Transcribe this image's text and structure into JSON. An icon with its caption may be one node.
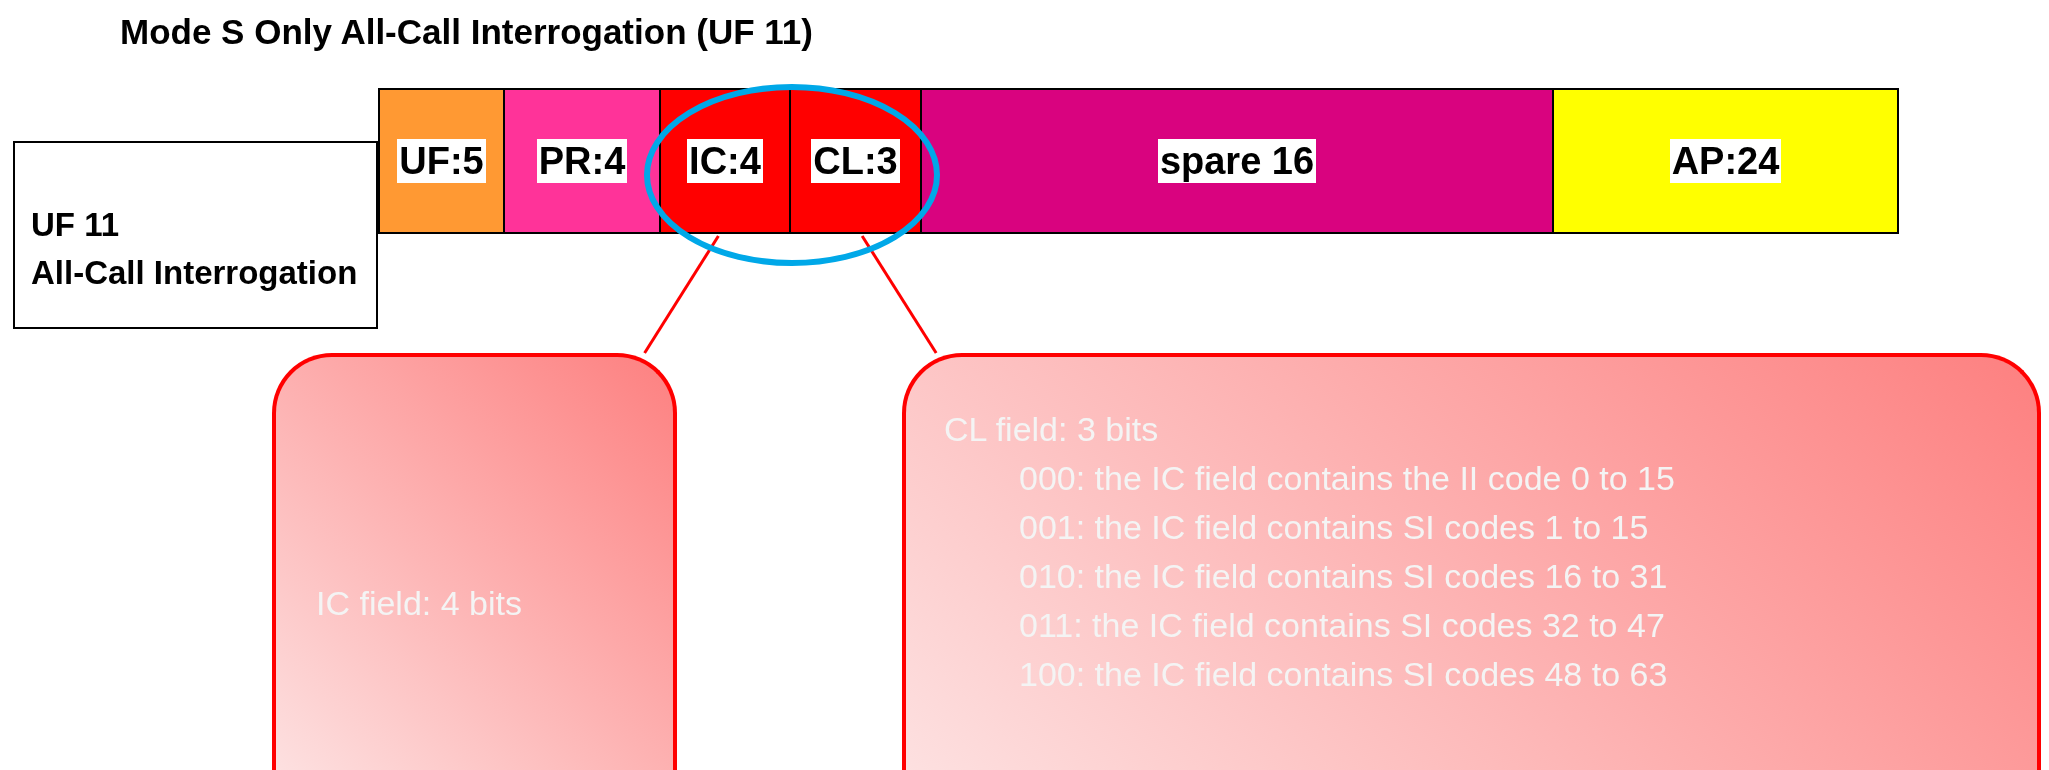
{
  "diagram": {
    "title": "Mode S Only All-Call Interrogation (UF 11)",
    "nodes": [
      {
        "text": [
          "UF 11",
          "All-Call Interrogation"
        ]
      },
      {
        "text": [
          "UF:5"
        ]
      },
      {
        "text": [
          "PR:4"
        ]
      },
      {
        "text": [
          "IC:4"
        ]
      },
      {
        "text": [
          "CL:3"
        ]
      },
      {
        "text": [
          "spare 16"
        ]
      },
      {
        "text": [
          "AP:24"
        ]
      },
      {
        "text": [
          "IC field: 4 bits"
        ]
      },
      {
        "text": [
          "CL field: 3 bits",
          "000: the IC field contains the II code 0 to 15",
          "001: the IC field contains SI codes 1 to 15",
          "010: the IC field contains SI codes 16 to 31",
          "011: the IC field contains SI codes 32 to 47",
          "100: the IC field contains SI codes 48 to 63"
        ]
      }
    ],
    "edges": [
      {
        "from": 7,
        "to": 3,
        "arrow": "none",
        "color": "#ff0000"
      },
      {
        "from": 8,
        "to": 4,
        "arrow": "none",
        "color": "#ff0000"
      }
    ]
  }
}
